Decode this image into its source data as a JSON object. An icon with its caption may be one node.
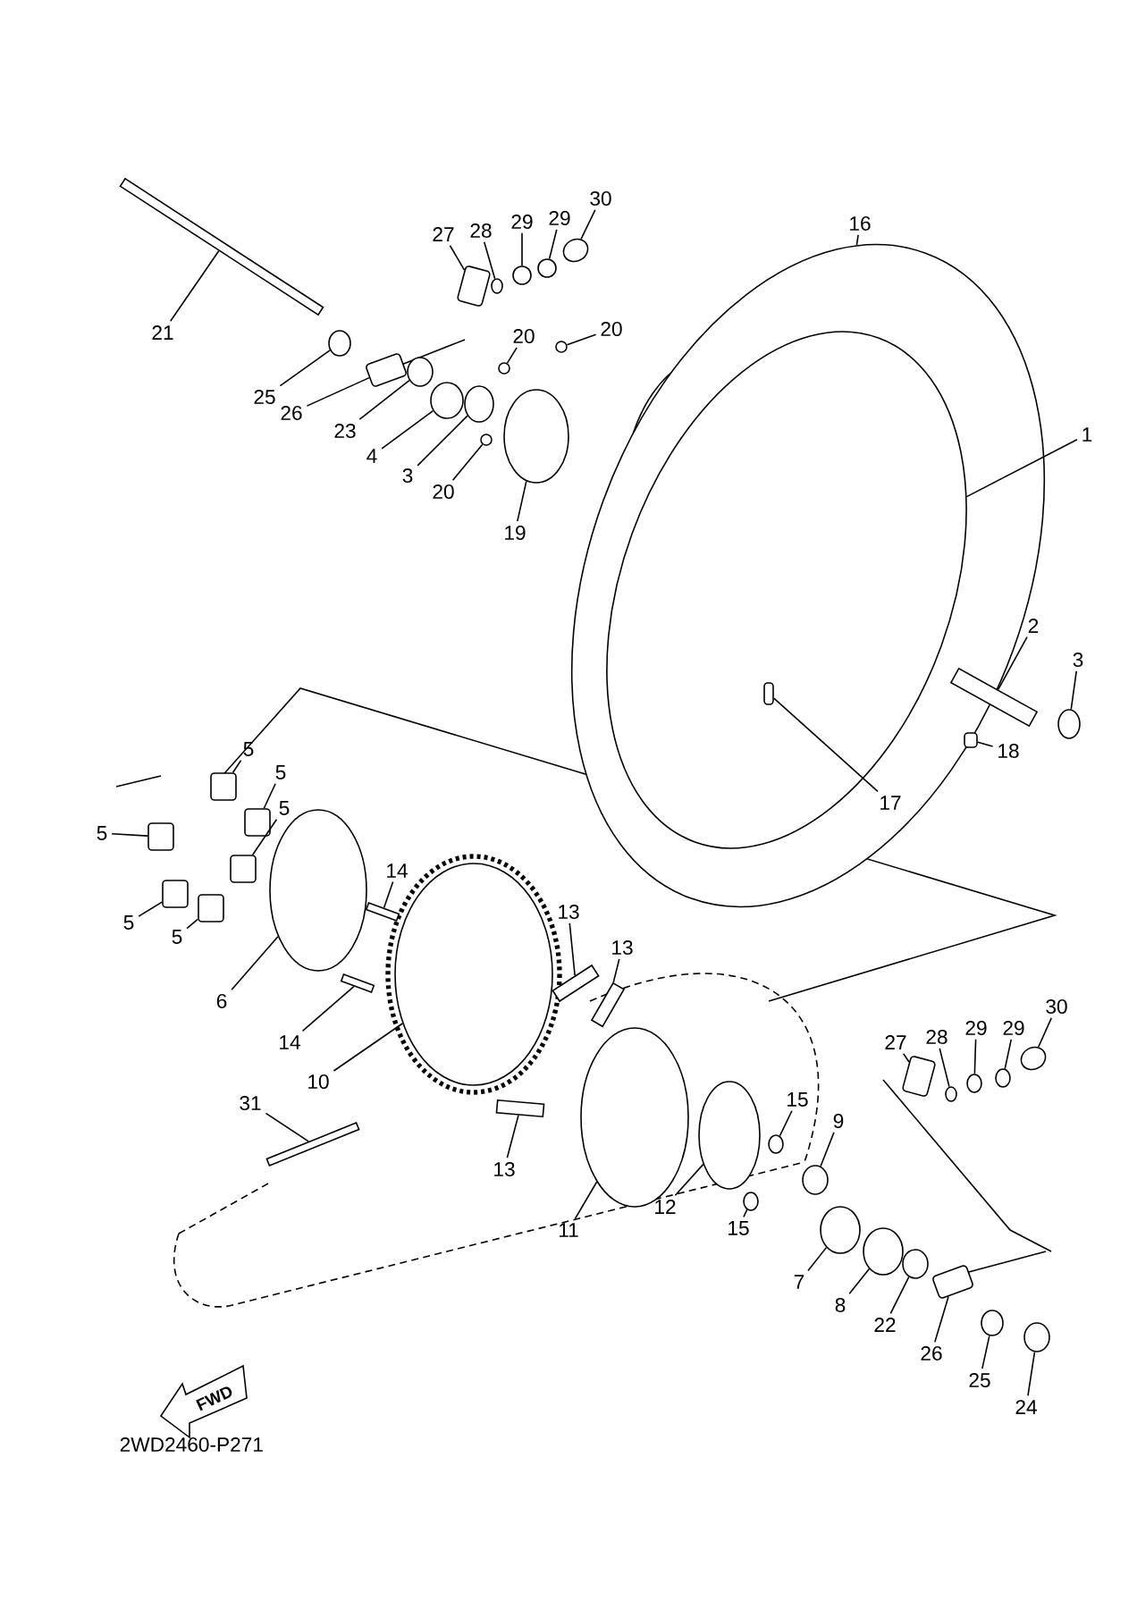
{
  "diagram": {
    "nodes": [
      {
        "text": [
          "16"
        ]
      },
      {
        "text": [
          "30"
        ]
      },
      {
        "text": [
          "29"
        ]
      },
      {
        "text": [
          "29"
        ]
      },
      {
        "text": [
          "28"
        ]
      },
      {
        "text": [
          "27"
        ]
      },
      {
        "text": [
          "21"
        ]
      },
      {
        "text": [
          "20"
        ]
      },
      {
        "text": [
          "20"
        ]
      },
      {
        "text": [
          "25"
        ]
      },
      {
        "text": [
          "26"
        ]
      },
      {
        "text": [
          "1"
        ]
      },
      {
        "text": [
          "23"
        ]
      },
      {
        "text": [
          "4"
        ]
      },
      {
        "text": [
          "3"
        ]
      },
      {
        "text": [
          "20"
        ]
      },
      {
        "text": [
          "19"
        ]
      },
      {
        "text": [
          "2"
        ]
      },
      {
        "text": [
          "3"
        ]
      },
      {
        "text": [
          "18"
        ]
      },
      {
        "text": [
          "5"
        ]
      },
      {
        "text": [
          "5"
        ]
      },
      {
        "text": [
          "5"
        ]
      },
      {
        "text": [
          "17"
        ],
        "in": 52
      },
      {
        "text": [
          "5"
        ]
      },
      {
        "text": [
          "14"
        ]
      },
      {
        "text": [
          "5"
        ]
      },
      {
        "text": [
          "5"
        ]
      },
      {
        "text": [
          "13"
        ]
      },
      {
        "text": [
          "13"
        ]
      },
      {
        "text": [
          "6"
        ]
      },
      {
        "text": [
          "30"
        ]
      },
      {
        "text": [
          "29"
        ]
      },
      {
        "text": [
          "29"
        ]
      },
      {
        "text": [
          "28"
        ]
      },
      {
        "text": [
          "27"
        ]
      },
      {
        "text": [
          "14"
        ]
      },
      {
        "text": [
          "10"
        ]
      },
      {
        "text": [
          "15"
        ]
      },
      {
        "text": [
          "31"
        ]
      },
      {
        "text": [
          "9"
        ]
      },
      {
        "text": [
          "13"
        ]
      },
      {
        "text": [
          "11"
        ]
      },
      {
        "text": [
          "12"
        ]
      },
      {
        "text": [
          "15"
        ]
      },
      {
        "text": [
          "7"
        ]
      },
      {
        "text": [
          "8"
        ]
      },
      {
        "text": [
          "22"
        ]
      },
      {
        "text": [
          "26"
        ]
      },
      {
        "text": [
          "25"
        ]
      },
      {
        "text": [
          "24"
        ]
      },
      {
        "text": [
          "FWD"
        ]
      },
      {
        "text": [],
        "shape": "circle"
      },
      {
        "text": [],
        "shape": "circle",
        "in": 52
      },
      {
        "text": [],
        "shape": "box",
        "in": 53
      },
      {
        "text": [],
        "shape": "circle"
      },
      {
        "text": [],
        "shape": "circle"
      },
      {
        "text": [],
        "shape": "circle"
      },
      {
        "text": [],
        "shape": "circle"
      },
      {
        "text": [],
        "shape": "box"
      },
      {
        "text": [],
        "shape": "bar"
      },
      {
        "text": [],
        "shape": "circle"
      },
      {
        "text": [],
        "shape": "box"
      },
      {
        "text": [],
        "shape": "circle"
      },
      {
        "text": [],
        "shape": "circle"
      },
      {
        "text": [],
        "shape": "circle"
      },
      {
        "text": [],
        "shape": "circle"
      },
      {
        "text": [],
        "shape": "circle"
      },
      {
        "text": [],
        "shape": "circle"
      },
      {
        "text": [],
        "shape": "circle"
      },
      {
        "text": [],
        "shape": "bar"
      },
      {
        "text": [],
        "shape": "circle"
      },
      {
        "text": [],
        "shape": "box"
      },
      {
        "text": [],
        "shape": "box"
      },
      {
        "text": [],
        "shape": "box"
      },
      {
        "text": [],
        "shape": "box"
      },
      {
        "text": [],
        "shape": "box"
      },
      {
        "text": [],
        "shape": "box"
      },
      {
        "text": [],
        "shape": "box"
      },
      {
        "text": [],
        "shape": "circle"
      },
      {
        "text": [],
        "shape": "bar"
      },
      {
        "text": [],
        "shape": "bar"
      },
      {
        "text": [],
        "shape": "circle"
      },
      {
        "text": [],
        "shape": "bar"
      },
      {
        "text": [],
        "shape": "bar"
      },
      {
        "text": [],
        "shape": "bar"
      },
      {
        "text": [],
        "shape": "bar"
      },
      {
        "text": [],
        "shape": "circle"
      },
      {
        "text": [],
        "shape": "circle"
      },
      {
        "text": [],
        "shape": "circle"
      },
      {
        "text": [],
        "shape": "circle"
      },
      {
        "text": [],
        "shape": "circle"
      },
      {
        "text": [],
        "shape": "circle"
      },
      {
        "text": [],
        "shape": "circle"
      },
      {
        "text": [],
        "shape": "circle"
      },
      {
        "text": [],
        "shape": "box"
      },
      {
        "text": [],
        "shape": "circle"
      },
      {
        "text": [],
        "shape": "circle"
      },
      {
        "text": [],
        "shape": "box"
      },
      {
        "text": [],
        "shape": "circle"
      },
      {
        "text": [],
        "shape": "circle"
      },
      {
        "text": [],
        "shape": "circle"
      },
      {
        "text": [],
        "shape": "circle"
      }
    ],
    "edges": [
      {
        "from": 0,
        "to": 52,
        "arrow": "none"
      },
      {
        "from": 1,
        "to": 55,
        "arrow": "none"
      },
      {
        "from": 2,
        "to": 56,
        "arrow": "none"
      },
      {
        "from": 3,
        "to": 57,
        "arrow": "none"
      },
      {
        "from": 4,
        "to": 58,
        "arrow": "none"
      },
      {
        "from": 5,
        "to": 59,
        "arrow": "none"
      },
      {
        "from": 6,
        "to": 60,
        "arrow": "none"
      },
      {
        "from": 7,
        "to": 68,
        "arrow": "none"
      },
      {
        "from": 8,
        "to": 67,
        "arrow": "none"
      },
      {
        "from": 9,
        "to": 61,
        "arrow": "none"
      },
      {
        "from": 10,
        "to": 62,
        "arrow": "none"
      },
      {
        "from": 11,
        "to": 53,
        "arrow": "none"
      },
      {
        "from": 12,
        "to": 63,
        "arrow": "none"
      },
      {
        "from": 13,
        "to": 64,
        "arrow": "none"
      },
      {
        "from": 14,
        "to": 65,
        "arrow": "none"
      },
      {
        "from": 15,
        "to": 66,
        "arrow": "none"
      },
      {
        "from": 16,
        "to": 69,
        "arrow": "none"
      },
      {
        "from": 17,
        "to": 70,
        "arrow": "none"
      },
      {
        "from": 18,
        "to": 71,
        "arrow": "none"
      },
      {
        "from": 19,
        "to": 72,
        "arrow": "none"
      },
      {
        "from": 20,
        "to": 73,
        "arrow": "none"
      },
      {
        "from": 21,
        "to": 74,
        "arrow": "none"
      },
      {
        "from": 22,
        "to": 75,
        "arrow": "none"
      },
      {
        "from": 23,
        "to": 54,
        "arrow": "none"
      },
      {
        "from": 24,
        "to": 76,
        "arrow": "none"
      },
      {
        "from": 25,
        "to": 80,
        "arrow": "none"
      },
      {
        "from": 26,
        "to": 77,
        "arrow": "none"
      },
      {
        "from": 27,
        "to": 78,
        "arrow": "none"
      },
      {
        "from": 28,
        "to": 84,
        "arrow": "none"
      },
      {
        "from": 29,
        "to": 85,
        "arrow": "none"
      },
      {
        "from": 30,
        "to": 79,
        "arrow": "none"
      },
      {
        "from": 31,
        "to": 102,
        "arrow": "none"
      },
      {
        "from": 32,
        "to": 101,
        "arrow": "none"
      },
      {
        "from": 33,
        "to": 100,
        "arrow": "none"
      },
      {
        "from": 34,
        "to": 99,
        "arrow": "none"
      },
      {
        "from": 35,
        "to": 98,
        "arrow": "none"
      },
      {
        "from": 36,
        "to": 81,
        "arrow": "none"
      },
      {
        "from": 37,
        "to": 82,
        "arrow": "none"
      },
      {
        "from": 38,
        "to": 89,
        "arrow": "none"
      },
      {
        "from": 39,
        "to": 83,
        "arrow": "none"
      },
      {
        "from": 40,
        "to": 91,
        "arrow": "none"
      },
      {
        "from": 41,
        "to": 86,
        "arrow": "none"
      },
      {
        "from": 42,
        "to": 87,
        "arrow": "none"
      },
      {
        "from": 43,
        "to": 88,
        "arrow": "none"
      },
      {
        "from": 44,
        "to": 90,
        "arrow": "none"
      },
      {
        "from": 45,
        "to": 92,
        "arrow": "none"
      },
      {
        "from": 46,
        "to": 93,
        "arrow": "none"
      },
      {
        "from": 47,
        "to": 94,
        "arrow": "none"
      },
      {
        "from": 48,
        "to": 95,
        "arrow": "none"
      },
      {
        "from": 49,
        "to": 96,
        "arrow": "none"
      },
      {
        "from": 50,
        "to": 97,
        "arrow": "none"
      }
    ],
    "labels": [
      "2WD2460-P271"
    ]
  }
}
